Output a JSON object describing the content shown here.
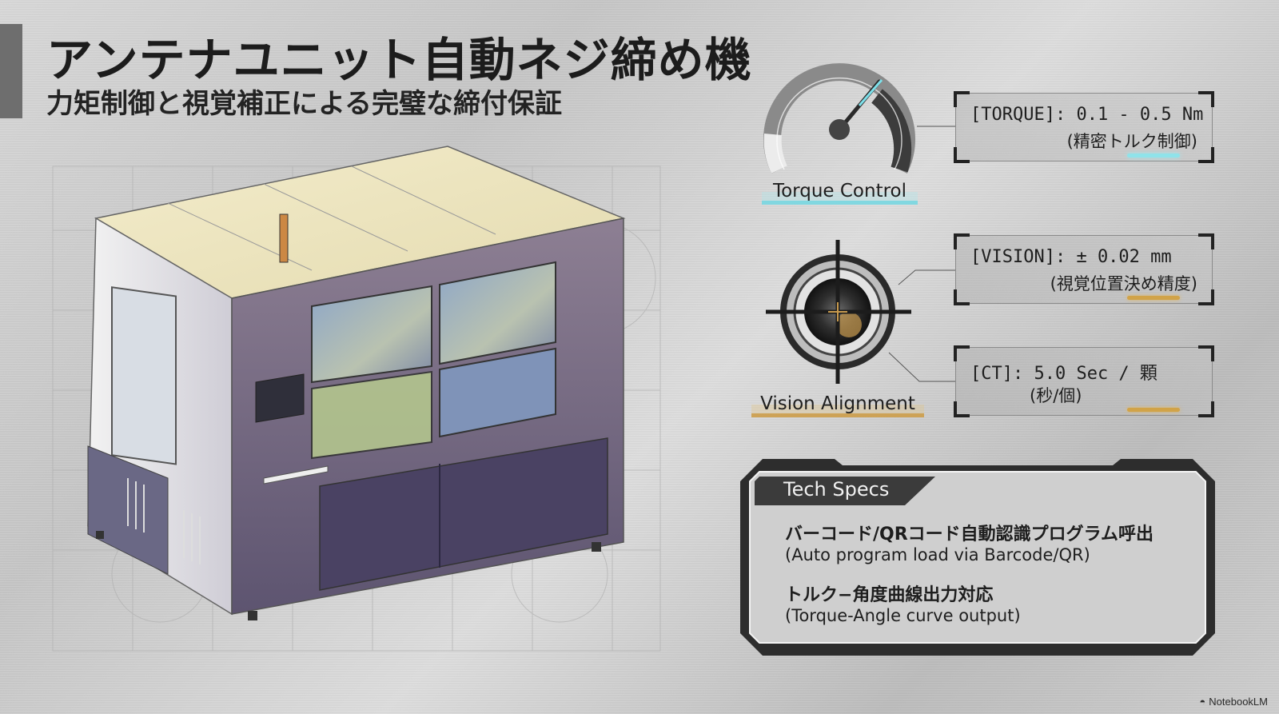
{
  "slide": {
    "title": "アンテナユニット自動ネジ締め機",
    "subtitle": "力矩制御と視覚補正による完璧な締付保証"
  },
  "metrics": {
    "torque": {
      "icon_label": "Torque Control",
      "spec": "[TORQUE]: 0.1 - 0.5 Nm",
      "note": "(精密トルク制御)",
      "icon": "gauge-icon",
      "accent": "#8fe3ea"
    },
    "vision": {
      "icon_label": "Vision Alignment",
      "spec": "[VISION]: ± 0.02 mm",
      "note": "(視覚位置決め精度)",
      "icon": "crosshair-icon",
      "accent": "#d1a348"
    },
    "ct": {
      "spec": "[CT]: 5.0 Sec / 顆",
      "note": "(秒/個)",
      "accent": "#d1a348"
    }
  },
  "tech_specs": {
    "title": "Tech Specs",
    "items": [
      {
        "jp": "バーコード/QRコード自動認識プログラム呼出",
        "en": "(Auto program load via Barcode/QR)"
      },
      {
        "jp": "トルク−角度曲線出力対応",
        "en": "(Torque-Angle curve output)"
      }
    ]
  },
  "brand": {
    "label": "NotebookLM",
    "icon": "notebooklm-icon"
  }
}
